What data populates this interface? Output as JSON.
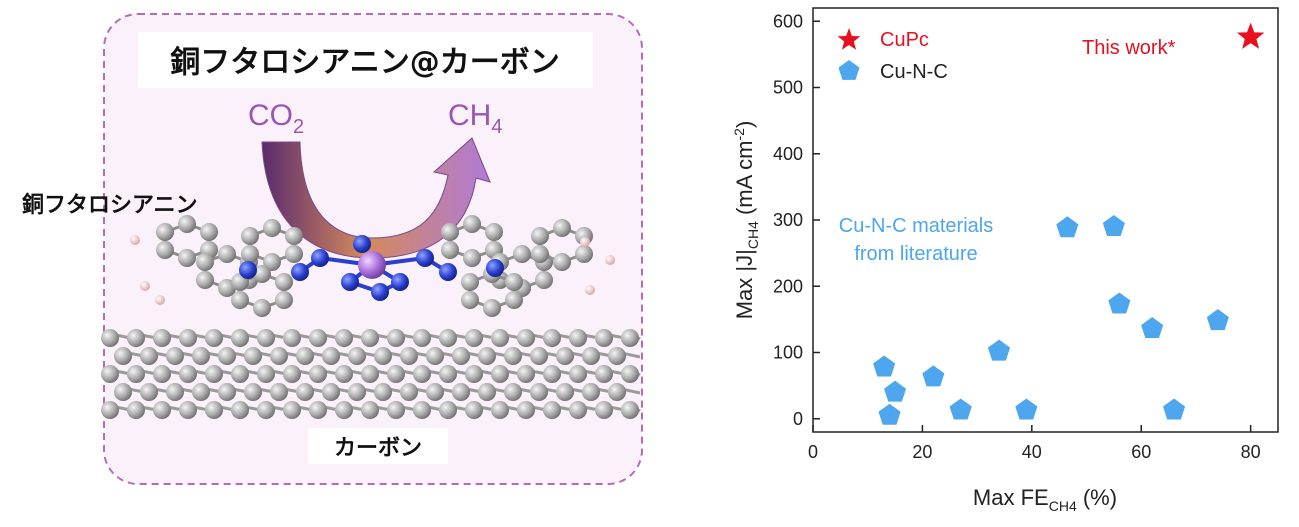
{
  "illustration": {
    "title": "銅フタロシアニン@カーボン",
    "label_cupc": "銅フタロシアニン",
    "label_carbon": "カーボン",
    "reactant": "CO",
    "reactant_sub": "2",
    "product": "CH",
    "product_sub": "4"
  },
  "chart_data": {
    "type": "scatter",
    "xlabel": "Max FE",
    "xlabel_sub": "CH4",
    "xlabel_suffix": " (%)",
    "ylabel": "Max |J|",
    "ylabel_sub": "CH4",
    "ylabel_suffix": " (mA cm",
    "ylabel_sup": "-2",
    "ylabel_close": ")",
    "xlim": [
      0,
      85
    ],
    "ylim": [
      -20,
      620
    ],
    "xticks": [
      0,
      20,
      40,
      60,
      80
    ],
    "yticks": [
      0,
      100,
      200,
      300,
      400,
      500,
      600
    ],
    "legend_position": "top-left",
    "series": [
      {
        "name": "CuPc",
        "marker": "star",
        "color": "#e8101f",
        "points": [
          [
            80,
            576
          ]
        ]
      },
      {
        "name": "Cu-N-C",
        "marker": "pentagon",
        "color": "#4da6ee",
        "points": [
          [
            13,
            78
          ],
          [
            14,
            5
          ],
          [
            15,
            40
          ],
          [
            22,
            63
          ],
          [
            27,
            13
          ],
          [
            34,
            102
          ],
          [
            39,
            13
          ],
          [
            46.5,
            288
          ],
          [
            55,
            290
          ],
          [
            56,
            173
          ],
          [
            62,
            136
          ],
          [
            66,
            13
          ],
          [
            74,
            148
          ]
        ]
      }
    ],
    "annotations": [
      {
        "text": "This work*",
        "color": "#e8101f"
      },
      {
        "text": "Cu-N-C materials",
        "color": "#4da6ee"
      },
      {
        "text": "from literature",
        "color": "#4da6ee"
      }
    ]
  }
}
